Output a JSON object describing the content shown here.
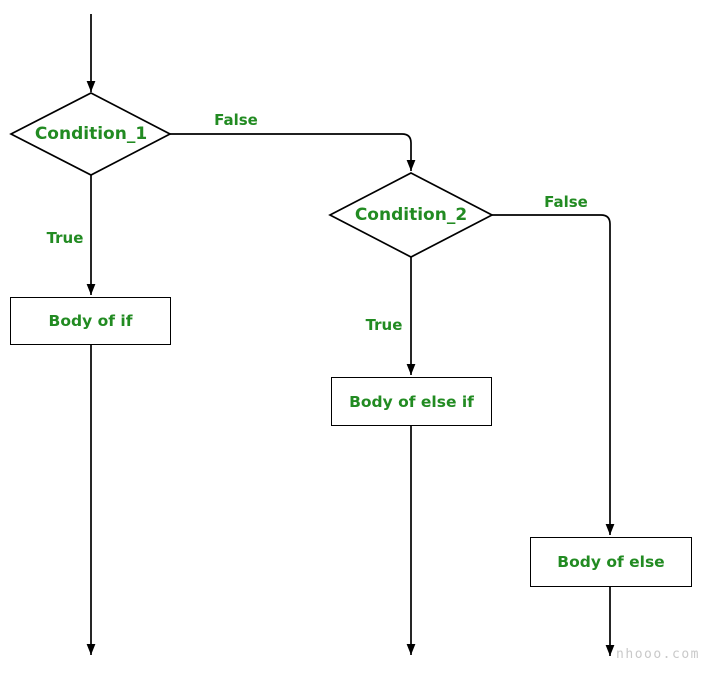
{
  "diagram": {
    "nodes": {
      "condition_1": {
        "label": "Condition_1",
        "type": "decision"
      },
      "condition_2": {
        "label": "Condition_2",
        "type": "decision"
      },
      "body_of_if": {
        "label": "Body of if",
        "type": "process"
      },
      "body_of_else_if": {
        "label": "Body of else if",
        "type": "process"
      },
      "body_of_else": {
        "label": "Body of else",
        "type": "process"
      }
    },
    "edges": {
      "condition_1_true": {
        "label": "True"
      },
      "condition_1_false": {
        "label": "False"
      },
      "condition_2_true": {
        "label": "True"
      },
      "condition_2_false": {
        "label": "False"
      }
    },
    "colors": {
      "label_green": "#228B22",
      "line_black": "#000000",
      "shape_fill": "#ffffff",
      "watermark_gray": "#c9c9c9"
    },
    "watermark": {
      "text": "nhooo.com"
    }
  }
}
